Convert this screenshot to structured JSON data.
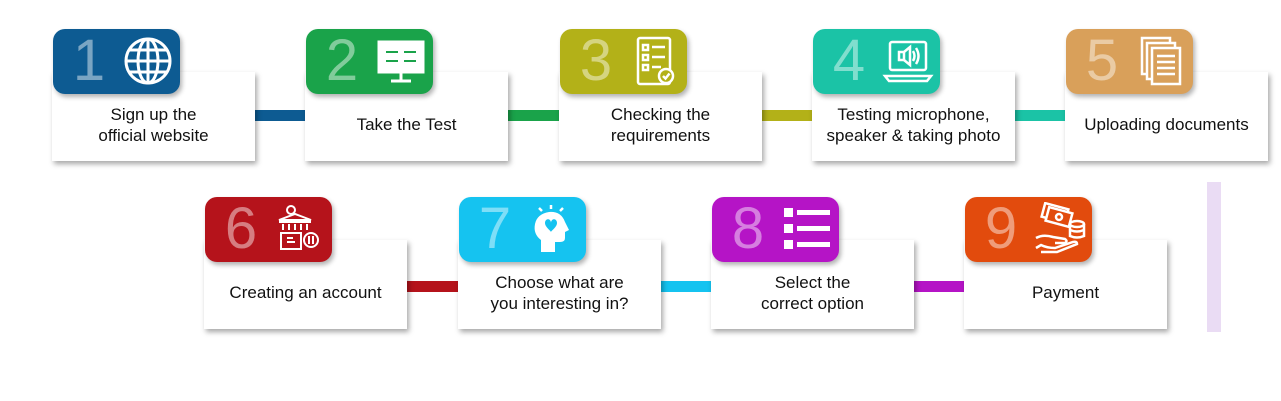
{
  "steps": [
    {
      "number": "1",
      "label": "Sign up the\nofficial website",
      "color": "#0d5b92",
      "icon": "globe-icon"
    },
    {
      "number": "2",
      "label": "Take the Test",
      "color": "#1aa34a",
      "icon": "monitor-icon"
    },
    {
      "number": "3",
      "label": "Checking the\nrequirements",
      "color": "#b3b118",
      "icon": "checklist-icon"
    },
    {
      "number": "4",
      "label": "Testing microphone,\nspeaker & taking photo",
      "color": "#1bc3a6",
      "icon": "laptop-speaker-icon"
    },
    {
      "number": "5",
      "label": "Uploading documents",
      "color": "#d9a05a",
      "icon": "documents-icon"
    },
    {
      "number": "6",
      "label": "Creating an account",
      "color": "#b5131b",
      "icon": "bank-account-icon"
    },
    {
      "number": "7",
      "label": "Choose what are\nyou interesting in?",
      "color": "#15c3f0",
      "icon": "head-heart-icon"
    },
    {
      "number": "8",
      "label": "Select the\ncorrect option",
      "color": "#b514c6",
      "icon": "list-icon"
    },
    {
      "number": "9",
      "label": "Payment",
      "color": "#e24b0d",
      "icon": "hand-money-icon"
    }
  ]
}
